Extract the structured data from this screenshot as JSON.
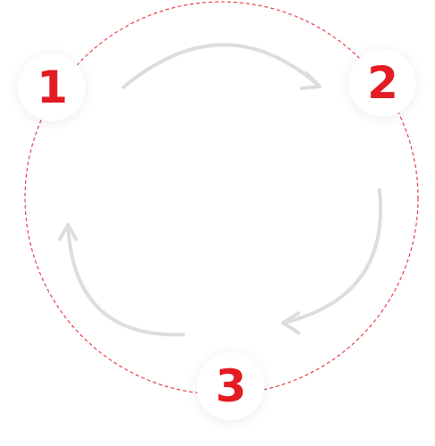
{
  "steps": [
    {
      "label": "1"
    },
    {
      "label": "2"
    },
    {
      "label": "3"
    }
  ],
  "colors": {
    "accent": "#e31b23",
    "arrow": "#dddddd",
    "ring": "#e31b23",
    "node_background": "#ffffff"
  }
}
